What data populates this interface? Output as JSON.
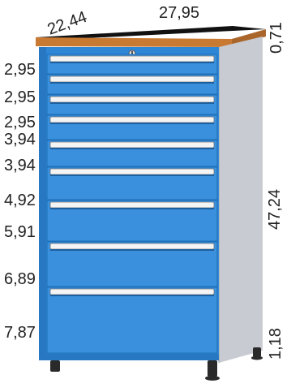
{
  "colors": {
    "body_blue": "#2e86d6",
    "drawer_blue": "#3a90dd",
    "side_panel": "#c8ccd2",
    "worktop_wood": "#c87a32",
    "worktop_black": "#111111",
    "handle": "#f4f4f4",
    "feet": "#2a2a2a"
  },
  "dimensions": {
    "depth": "22,44",
    "width": "27,95",
    "top_thickness": "0,71",
    "height": "47,24",
    "foot_height": "1,18"
  },
  "drawers": [
    {
      "height_label": "2,95"
    },
    {
      "height_label": "2,95"
    },
    {
      "height_label": "2,95"
    },
    {
      "height_label": "3,94"
    },
    {
      "height_label": "3,94"
    },
    {
      "height_label": "4,92"
    },
    {
      "height_label": "5,91"
    },
    {
      "height_label": "6,89"
    },
    {
      "height_label": "7,87"
    }
  ],
  "lock_icon": "key-lock-icon"
}
